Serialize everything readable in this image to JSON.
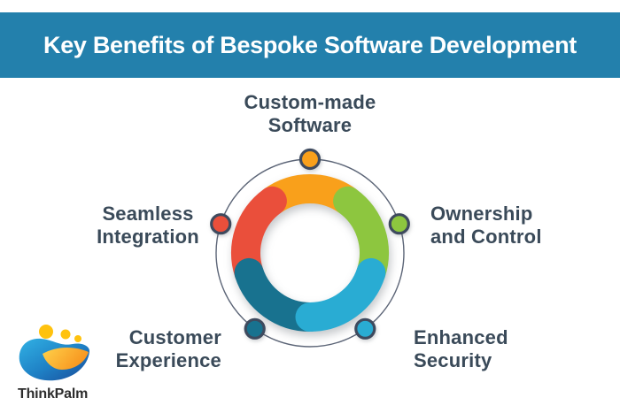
{
  "banner": {
    "title": "Key Benefits of Bespoke Software Development",
    "bg_color": "#2380AC",
    "text_color": "#FFFFFF"
  },
  "diagram": {
    "type": "circular-benefits-cycle",
    "ring_color": "#5C6577",
    "node_border_color": "#3E4A5E",
    "label_color": "#3A4A59",
    "benefits": [
      {
        "position": "top",
        "label": "Custom-made Software",
        "lines": [
          "Custom-made",
          "Software"
        ],
        "color": "#F9A01B"
      },
      {
        "position": "right",
        "label": "Ownership and Control",
        "lines": [
          "Ownership",
          "and Control"
        ],
        "color": "#8DC63F"
      },
      {
        "position": "bottom-right",
        "label": "Enhanced Security",
        "lines": [
          "Enhanced",
          "Security"
        ],
        "color": "#29ACD3"
      },
      {
        "position": "bottom-left",
        "label": "Customer Experience",
        "lines": [
          "Customer",
          "Experience"
        ],
        "color": "#18728F"
      },
      {
        "position": "left",
        "label": "Seamless Integration",
        "lines": [
          "Seamless",
          "Integration"
        ],
        "color": "#EA4F3B"
      }
    ]
  },
  "logo": {
    "brand": "ThinkPalm",
    "colors": {
      "blue_light": "#31B1E4",
      "blue_dark": "#1A4A98",
      "yellow": "#FFC20E",
      "orange": "#F7941E",
      "text": "#2D2D2D"
    }
  }
}
